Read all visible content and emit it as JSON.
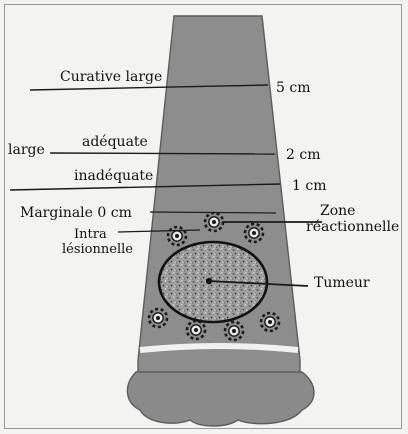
{
  "labels": {
    "curative_large": "Curative large",
    "five_cm": "5 cm",
    "large": "large",
    "adequate": "adéquate",
    "two_cm": "2 cm",
    "inadequate": "inadéquate",
    "one_cm": "1 cm",
    "marginale": "Marginale 0 cm",
    "intra": "Intra",
    "lesionnelle": "lésionnelle",
    "zone": "Zone",
    "reactionnelle": "réactionnelle",
    "tumeur": "Tumeur"
  }
}
